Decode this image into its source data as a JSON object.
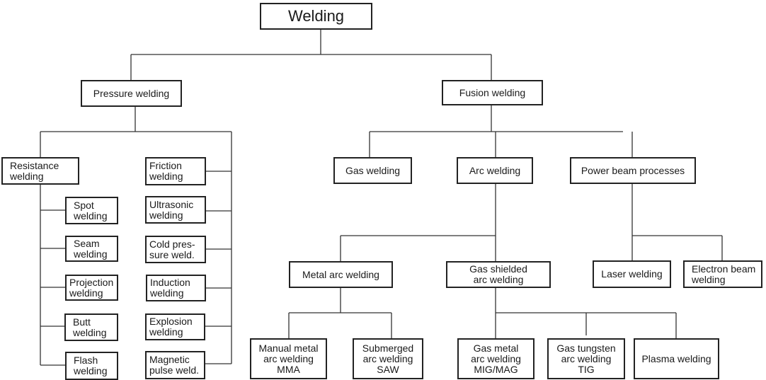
{
  "title": "Welding",
  "branches": {
    "pressure": {
      "label": "Pressure welding",
      "resistance": {
        "label": "Resistance\nwelding",
        "children": [
          "Spot\nwelding",
          "Seam\nwelding",
          "Projection\nwelding",
          "Butt\nwelding",
          "Flash\nwelding"
        ]
      },
      "others": [
        "Friction\nwelding",
        "Ultrasonic\nwelding",
        "Cold pres-\nsure weld.",
        "Induction\nwelding",
        "Explosion\nwelding",
        "Magnetic\npulse weld."
      ]
    },
    "fusion": {
      "label": "Fusion welding",
      "gas": {
        "label": "Gas welding"
      },
      "arc": {
        "label": "Arc welding",
        "metal_arc": {
          "label": "Metal arc welding",
          "children": [
            "Manual metal\narc welding\nMMA",
            "Submerged\narc welding\nSAW"
          ]
        },
        "gas_shielded": {
          "label": "Gas shielded\narc welding",
          "children": [
            "Gas metal\narc welding\nMIG/MAG",
            "Gas tungsten\narc welding\nTIG",
            "Plasma welding"
          ]
        }
      },
      "power_beam": {
        "label": "Power beam processes",
        "children": [
          "Laser welding",
          "Electron beam\nwelding"
        ]
      }
    }
  }
}
